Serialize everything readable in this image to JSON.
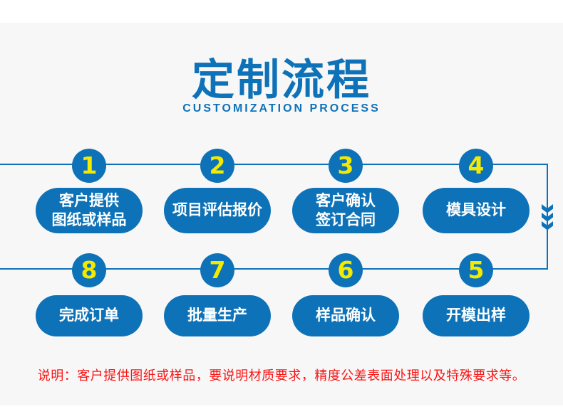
{
  "theme": {
    "accent": "#0e72b8",
    "number_yellow": "#f3ea00",
    "note_red": "#fa1414",
    "panel_bg": "#f7f7f7",
    "page_bg": "#ffffff"
  },
  "header": {
    "title": "定制流程",
    "subtitle": "CUSTOMIZATION PROCESS"
  },
  "flow": {
    "rows": [
      {
        "steps": [
          {
            "number": "1",
            "label": "客户提供\n图纸或样品"
          },
          {
            "number": "2",
            "label": "项目评估报价"
          },
          {
            "number": "3",
            "label": "客户确认\n签订合同"
          },
          {
            "number": "4",
            "label": "模具设计"
          }
        ]
      },
      {
        "steps": [
          {
            "number": "8",
            "label": "完成订单"
          },
          {
            "number": "7",
            "label": "批量生产"
          },
          {
            "number": "6",
            "label": "样品确认"
          },
          {
            "number": "5",
            "label": "开模出样"
          }
        ]
      }
    ]
  },
  "note": {
    "text": "说明：客户提供图纸或样品，要说明材质要求，精度公差表面处理以及特殊要求等。"
  }
}
